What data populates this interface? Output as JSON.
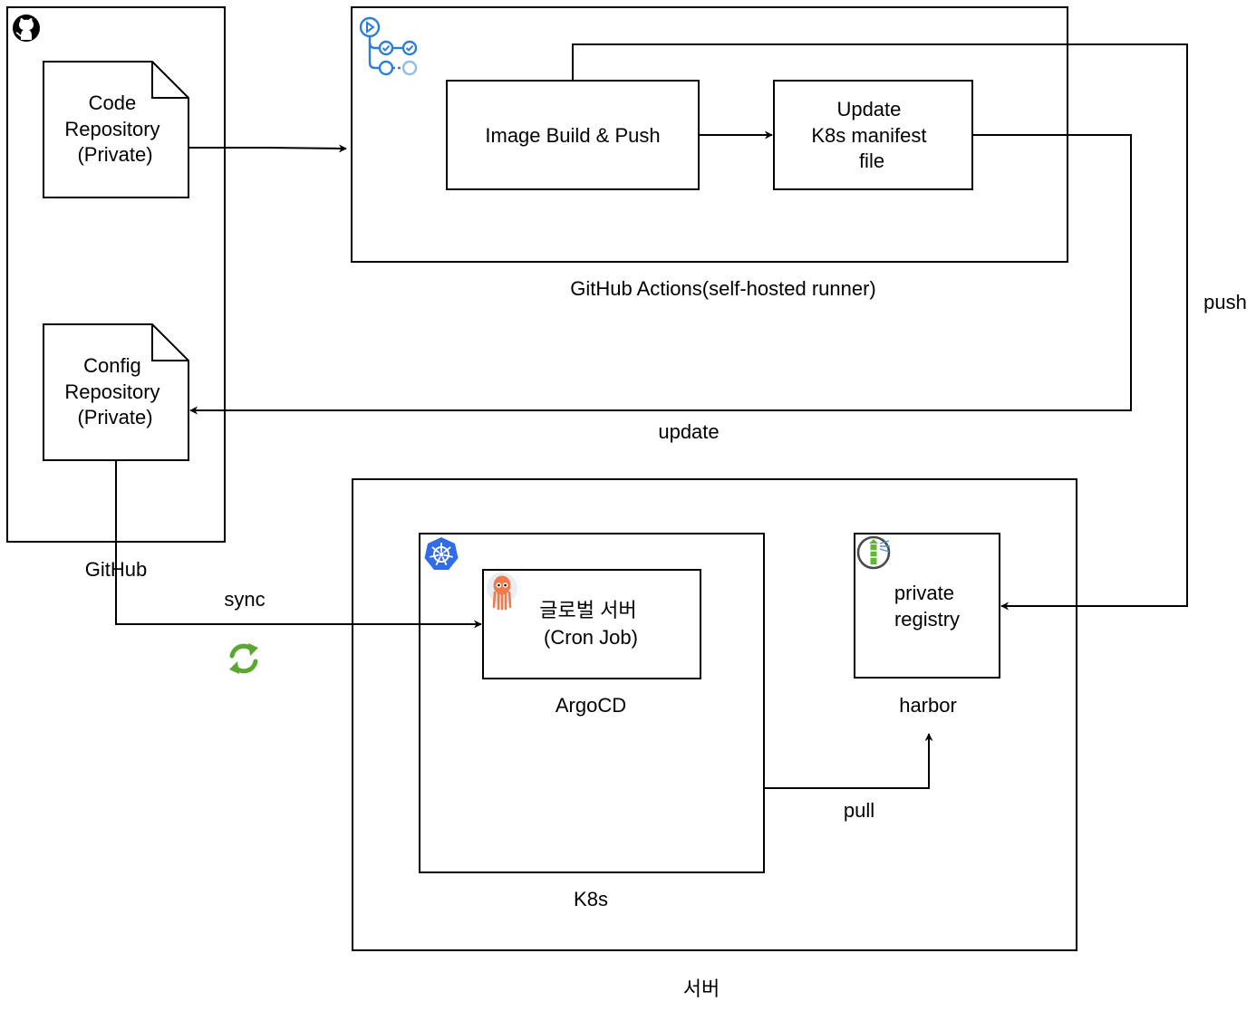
{
  "containers": {
    "github": {
      "caption": "GitHub",
      "icon": "github-icon"
    },
    "actions": {
      "caption": "GitHub Actions(self-hosted runner)",
      "icon": "github-actions-workflow-icon"
    },
    "server": {
      "caption": "서버"
    },
    "k8s": {
      "caption": "K8s",
      "icon": "kubernetes-icon"
    },
    "argocd": {
      "caption": "ArgoCD",
      "icon": "argocd-icon"
    },
    "harbor": {
      "caption": "harbor",
      "icon": "harbor-icon"
    }
  },
  "nodes": {
    "code_repo": {
      "lines": [
        "Code",
        "Repository",
        "(Private)"
      ]
    },
    "config_repo": {
      "lines": [
        "Config",
        "Repository",
        "(Private)"
      ]
    },
    "image_build": {
      "lines": [
        "Image Build & Push"
      ]
    },
    "update_manifest": {
      "lines": [
        "Update",
        "K8s manifest",
        "file"
      ]
    },
    "global_server": {
      "lines": [
        "글로벌 서버",
        "(Cron Job)"
      ]
    },
    "private_registry": {
      "lines": [
        "private",
        "registry"
      ]
    }
  },
  "edges": {
    "push": "push",
    "update": "update",
    "sync": "sync",
    "pull": "pull"
  },
  "colors": {
    "line": "#000000",
    "actions_icon": "#2b7fd3",
    "k8s_icon": "#326ce5",
    "argo_icon": "#ef7b4d",
    "sync_icon": "#5aa832",
    "harbor_icon": "#60b932"
  }
}
